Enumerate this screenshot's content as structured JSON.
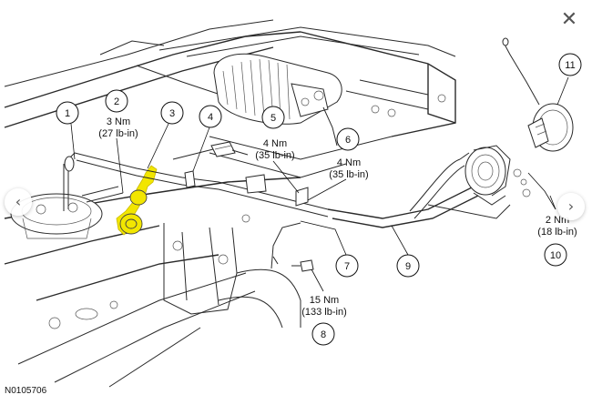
{
  "figure_id": "N0105706",
  "callouts": [
    {
      "num": "1"
    },
    {
      "num": "2"
    },
    {
      "num": "3"
    },
    {
      "num": "4"
    },
    {
      "num": "5"
    },
    {
      "num": "6"
    },
    {
      "num": "7"
    },
    {
      "num": "8"
    },
    {
      "num": "9"
    },
    {
      "num": "10"
    },
    {
      "num": "11"
    }
  ],
  "torques": {
    "t2": {
      "nm": "3 Nm",
      "lbin": "(27 lb-in)"
    },
    "t5": {
      "nm": "4 Nm",
      "lbin": "(35 lb-in)"
    },
    "t6": {
      "nm": "4 Nm",
      "lbin": "(35 lb-in)"
    },
    "t8": {
      "nm": "15 Nm",
      "lbin": "(133 lb-in)"
    },
    "t10": {
      "nm": "2 Nm",
      "lbin": "(18 lb-in)"
    }
  },
  "controls": {
    "close_icon": "close-icon",
    "prev_icon": "chevron-left-icon",
    "next_icon": "chevron-right-icon",
    "close_glyph": "✕",
    "prev_glyph": "‹",
    "next_glyph": "›"
  },
  "colors": {
    "highlight": "#f2e600",
    "line": "#2a2a2a",
    "background": "#ffffff"
  }
}
